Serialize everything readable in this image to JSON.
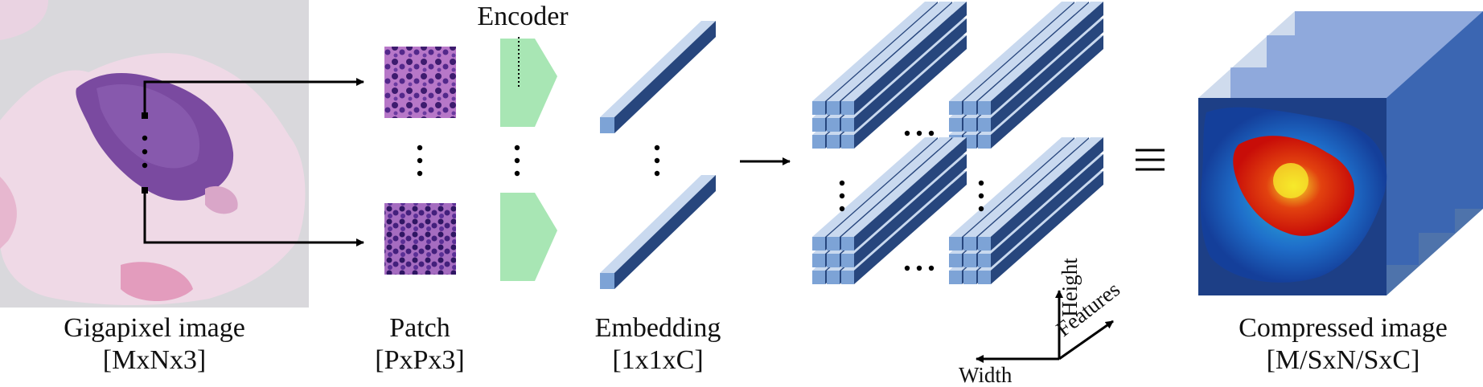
{
  "labels": {
    "gigapixel": {
      "name": "Gigapixel image",
      "dims": "[MxNx3]"
    },
    "patch": {
      "name": "Patch",
      "dims": "[PxPx3]"
    },
    "embedding": {
      "name": "Embedding",
      "dims": "[1x1xC]"
    },
    "compressed": {
      "name": "Compressed image",
      "dims": "[M/SxN/SxC]"
    },
    "encoder": "Encoder"
  },
  "axes": {
    "height": "Height",
    "features": "Features",
    "width": "Width"
  },
  "symbols": {
    "equivalent": "≡"
  },
  "colors": {
    "tissue_background": "#d9d8dc",
    "tissue_pink": "#e9a7c4",
    "tumor_purple": "#7a4aa0",
    "encoder_green": "#a8e6b4",
    "cube_light": "#c9d9ef",
    "cube_mid": "#7da3d6",
    "cube_dark": "#27467d",
    "heatmap_blue": "#1a4fbf",
    "heatmap_red": "#d8130a",
    "heatmap_yellow": "#f6ea2b"
  }
}
